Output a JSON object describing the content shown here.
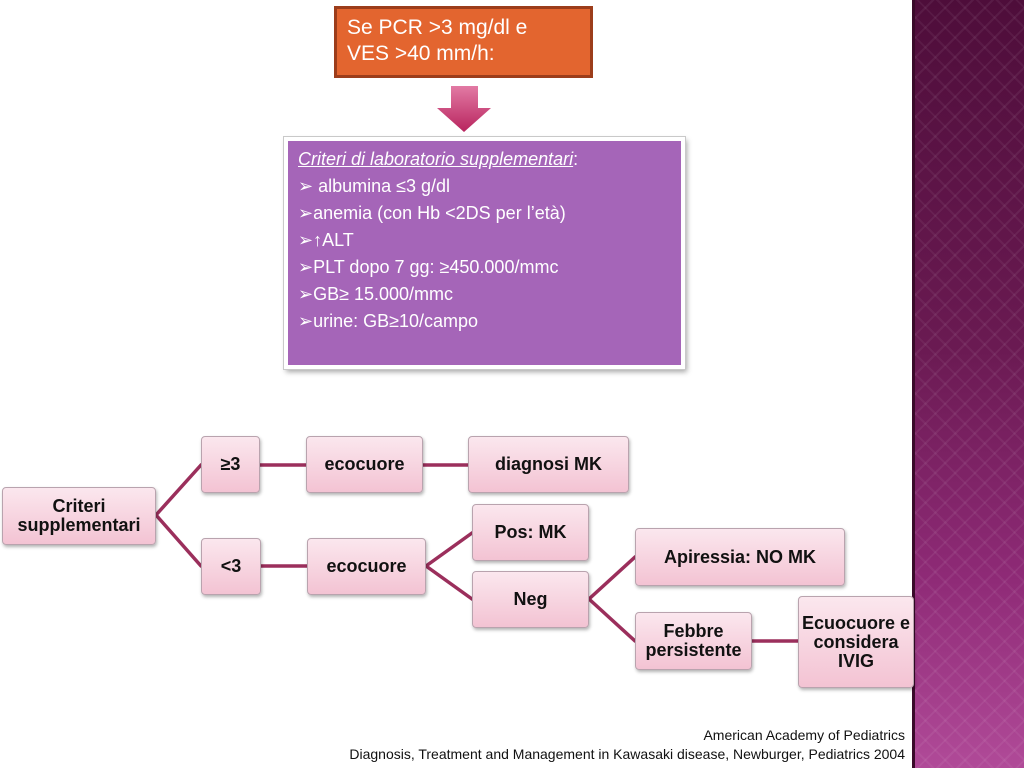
{
  "top_box": {
    "line1": "Se PCR >3 mg/dl e",
    "line2": "VES >40 mm/h:"
  },
  "lab_box": {
    "title": "Criteri di laboratorio supplementari",
    "title_suffix": ":",
    "items": [
      "➢ albumina ≤3 g/dl",
      "➢anemia (con Hb <2DS per l’età)",
      "➢↑ALT",
      "➢PLT dopo 7 gg: ≥450.000/mmc",
      "➢GB≥ 15.000/mmc",
      "➢urine: GB≥10/campo"
    ]
  },
  "flow": {
    "root": "Criteri supplementari",
    "ge3": "≥3",
    "lt3": "<3",
    "eco_top": "ecocuore",
    "eco_bottom": "ecocuore",
    "diagnosi": "diagnosi MK",
    "pos": "Pos: MK",
    "neg": "Neg",
    "apiressia": "Apiressia: NO MK",
    "febbre": "Febbre persistente",
    "ecocuore_ivig": "Ecuocuore e considera IVIG"
  },
  "footer": {
    "line1": "American Academy of Pediatrics",
    "line2": "Diagnosis, Treatment and Management in Kawasaki disease, Newburger, Pediatrics 2004"
  },
  "colors": {
    "orange": "#e3652f",
    "purple": "#a565b8",
    "connector": "#9b2f5c",
    "node_fill": "#f3c3d3",
    "side_band": "#6a1a52"
  }
}
